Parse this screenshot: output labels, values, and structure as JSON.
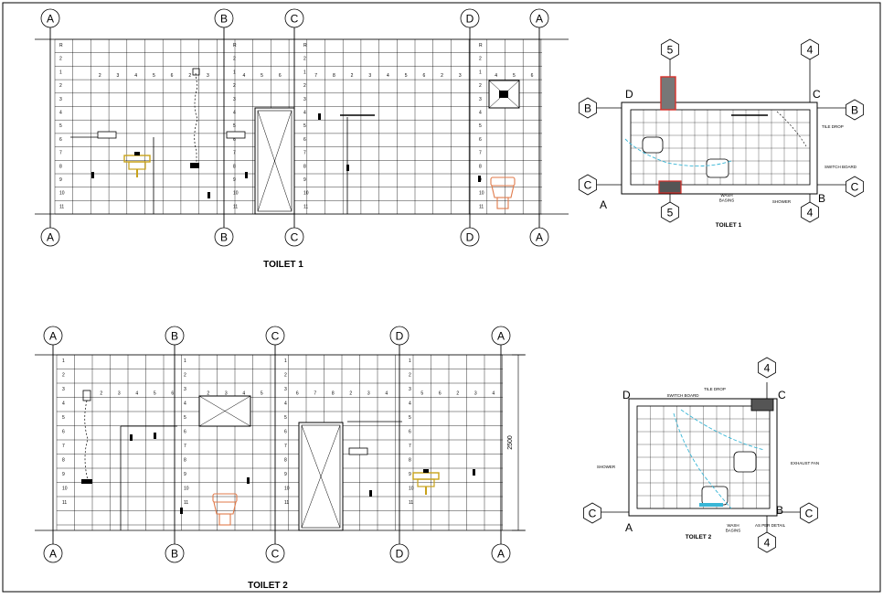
{
  "titles": {
    "toilet1": "TOILET 1",
    "toilet2": "TOILET 2"
  },
  "elev1": {
    "top_axes": [
      "A",
      "B",
      "C",
      "D",
      "A"
    ],
    "bottom_axes": [
      "A",
      "B",
      "C",
      "D",
      "A"
    ],
    "row_nums": [
      "R",
      "2",
      "1",
      "2",
      "3",
      "4",
      "5",
      "6",
      "7",
      "8",
      "9",
      "10",
      "11"
    ],
    "band_text": [
      "2",
      "3",
      "4",
      "5",
      "6",
      "2",
      "3",
      "4",
      "5",
      "6",
      "7",
      "8"
    ]
  },
  "elev2": {
    "top_axes": [
      "A",
      "B",
      "C",
      "D",
      "A"
    ],
    "bottom_axes": [
      "A",
      "B",
      "C",
      "D",
      "A"
    ],
    "row_nums": [
      "1",
      "2",
      "3",
      "4",
      "5",
      "6",
      "7",
      "8",
      "9",
      "10",
      "11"
    ],
    "band_text": [
      "2",
      "3",
      "4",
      "5",
      "6",
      "2",
      "3",
      "4",
      "5",
      "6",
      "7",
      "8"
    ],
    "dimension": "2500"
  },
  "plan1": {
    "axis_top": "5",
    "axis_bottom": "5",
    "axis_top_right": "4",
    "axis_bottom_right": "4",
    "left_B": "B",
    "left_C": "C",
    "right_B": "B",
    "right_C": "C",
    "corner_D": "D",
    "corner_C": "C",
    "corner_A": "A",
    "corner_B": "B",
    "labels": {
      "tile_drop": "TILE DROP",
      "switch_board": "SWITCH BOARD",
      "wash_basins": "WASH\nBASINS",
      "shower": "SHOWER"
    }
  },
  "plan2": {
    "axis_top": "4",
    "axis_bottom": "4",
    "left_C": "C",
    "right_C": "C",
    "corner_D": "D",
    "corner_C": "C",
    "corner_A": "A",
    "corner_B": "B",
    "labels": {
      "tile_drop": "TILE DROP",
      "switch_board": "SWITCH BOARD",
      "shower": "SHOWER",
      "exhaust_fan": "EXHAUST FAN",
      "wash_basins": "WASH\nBASINS",
      "as_per_detail": "AS PER DETAIL"
    }
  },
  "colors": {
    "line": "#000000",
    "sink_yellow": "#c8a21a",
    "toilet_orange": "#e07a4a",
    "water_cyan": "#39b6d6",
    "wall_red": "#d9302a"
  }
}
